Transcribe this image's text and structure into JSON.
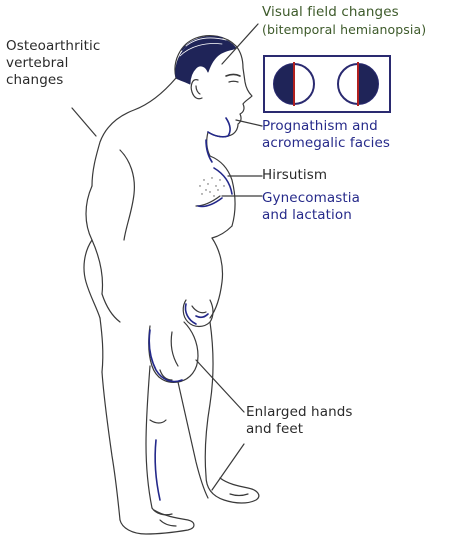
{
  "labels": {
    "osteoarthritic": [
      "Osteoarthritic",
      "vertebral",
      "changes"
    ],
    "visual_field": [
      "Visual field changes",
      "(bitemporal hemianopsia)"
    ],
    "prognathism": [
      "Prognathism and",
      "acromegalic facies"
    ],
    "hirsutism": [
      "Hirsutism"
    ],
    "gynecomastia": [
      "Gynecomastia",
      "and lactation"
    ],
    "enlarged": [
      "Enlarged hands",
      "and feet"
    ]
  },
  "colors": {
    "green_text": "#3d5a2a",
    "blue_text": "#262a8a",
    "black_text": "#2a2a2a",
    "figure_line": "#3a3a3a",
    "hair": "#1f2458",
    "highlight_blue": "#23288a",
    "eye_field_red": "#b01f1f",
    "eye_field_frame": "#2a2a70"
  },
  "icons": [
    "visual-field-left-eye-icon",
    "visual-field-right-eye-icon"
  ]
}
